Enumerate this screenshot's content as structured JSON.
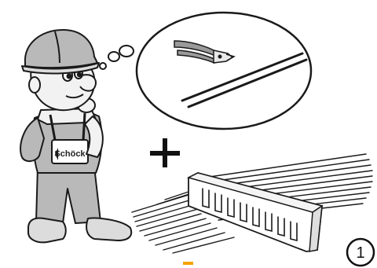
{
  "figure": {
    "brand_label": "Schöck",
    "step_number": "1",
    "plus_symbol": "+"
  },
  "colors": {
    "ink": "#1a1a1a",
    "worker_gray": "#b9b9b9",
    "worker_light": "#dcdcdc",
    "skin": "#f2f2f2",
    "accent_mark": "#f5a400"
  },
  "icons": [
    "worker-mascot",
    "thought-bubble",
    "cutting-pliers-icon",
    "wire-bars",
    "reinforcement-module"
  ]
}
